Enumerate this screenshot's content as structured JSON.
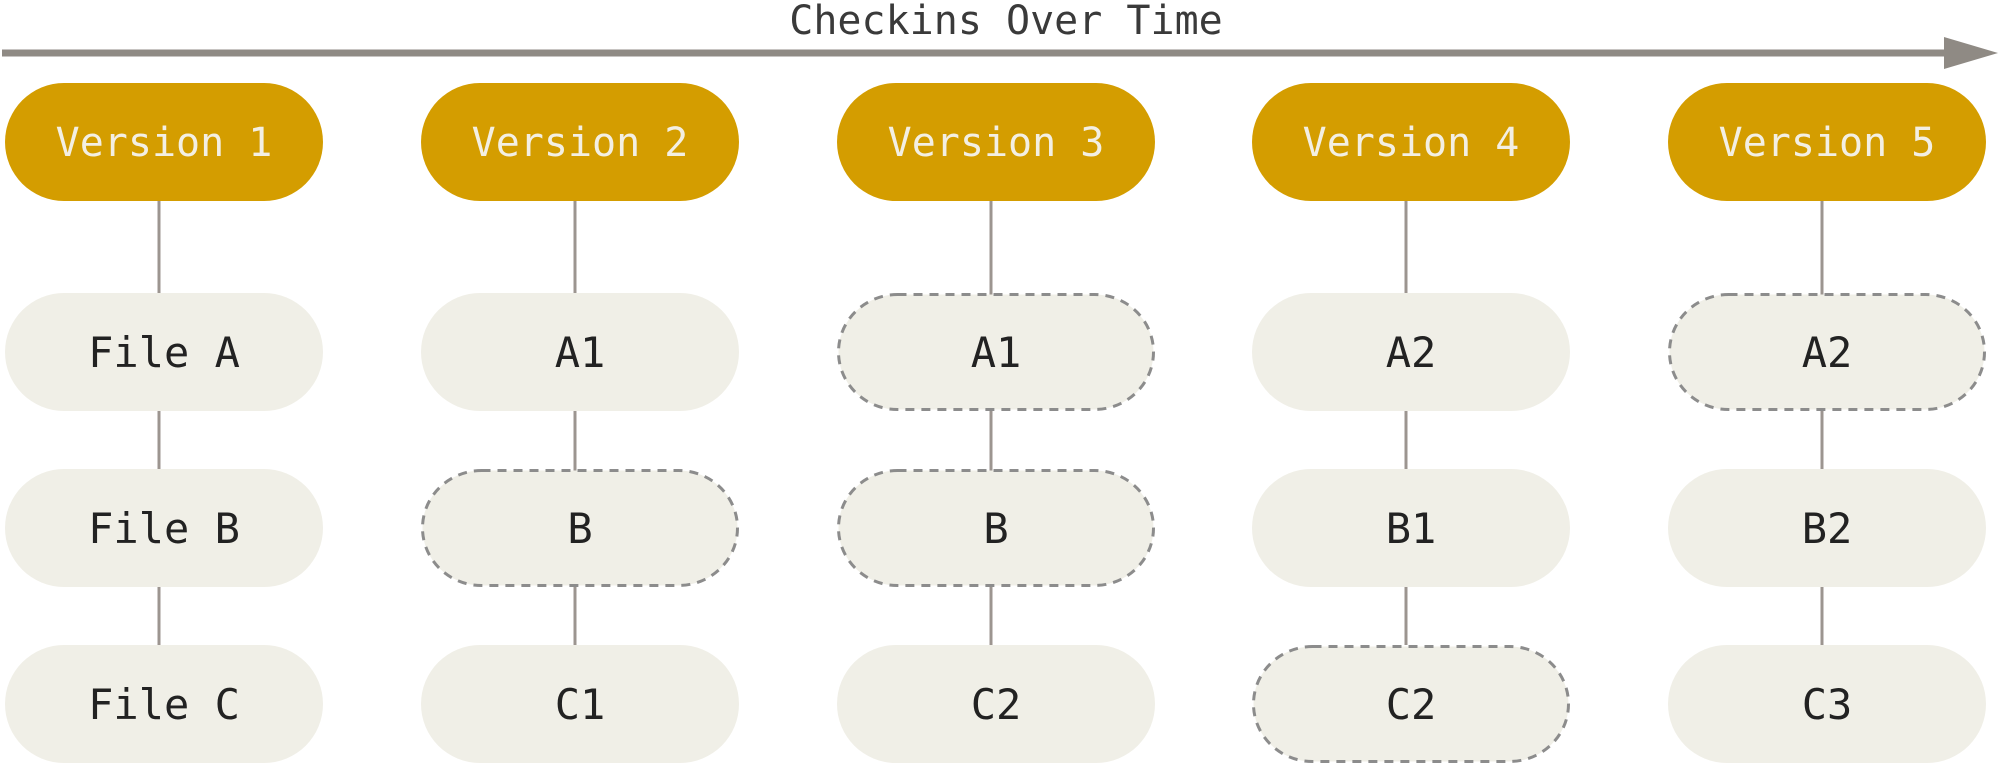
{
  "diagram": {
    "title": "Checkins Over Time",
    "versions": [
      {
        "label": "Version 1",
        "files": [
          {
            "label": "File A",
            "changed": true
          },
          {
            "label": "File B",
            "changed": true
          },
          {
            "label": "File C",
            "changed": true
          }
        ]
      },
      {
        "label": "Version 2",
        "files": [
          {
            "label": "A1",
            "changed": true
          },
          {
            "label": "B",
            "changed": false
          },
          {
            "label": "C1",
            "changed": true
          }
        ]
      },
      {
        "label": "Version 3",
        "files": [
          {
            "label": "A1",
            "changed": false
          },
          {
            "label": "B",
            "changed": false
          },
          {
            "label": "C2",
            "changed": true
          }
        ]
      },
      {
        "label": "Version 4",
        "files": [
          {
            "label": "A2",
            "changed": true
          },
          {
            "label": "B1",
            "changed": true
          },
          {
            "label": "C2",
            "changed": false
          }
        ]
      },
      {
        "label": "Version 5",
        "files": [
          {
            "label": "A2",
            "changed": false
          },
          {
            "label": "B2",
            "changed": true
          },
          {
            "label": "C3",
            "changed": true
          }
        ]
      }
    ]
  },
  "colors": {
    "version_fill": "#d49d00",
    "version_text": "#f3efe3",
    "file_fill": "#f0efe7",
    "file_text": "#222222",
    "dashed_border": "#8c8c8c",
    "connector": "#9c9590",
    "arrow": "#8f8a84",
    "title_text": "#3a3a3a"
  }
}
